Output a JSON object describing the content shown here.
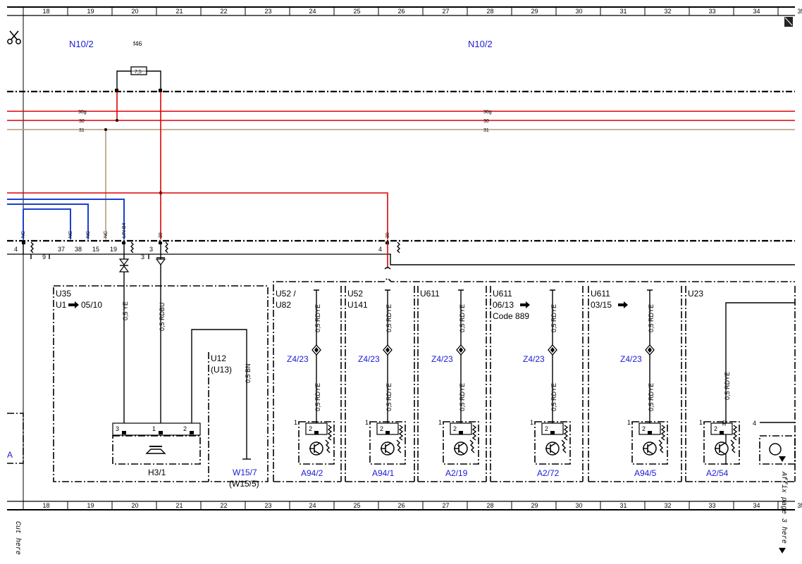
{
  "grid": {
    "columns": [
      "18",
      "19",
      "20",
      "21",
      "22",
      "23",
      "24",
      "25",
      "26",
      "27",
      "28",
      "29",
      "30",
      "31",
      "32",
      "33",
      "34",
      "35"
    ]
  },
  "side_text": {
    "cut_here": "Cut here",
    "affix": "Affix page 3 here"
  },
  "top_labels": {
    "n10_2_left": "N10/2",
    "f46": "f46",
    "fuse_value": "7,5",
    "n10_2_right": "N10/2"
  },
  "power_lines": {
    "line_30g": "30g",
    "line_30": "30",
    "line_31": "31"
  },
  "connector_row": {
    "pins": [
      "4",
      "37",
      "38",
      "15",
      "19",
      "3",
      "4"
    ],
    "nc": "NC",
    "lin_b4": "LIN B4",
    "pin_30": "30",
    "label_9": "9",
    "label_3": "3"
  },
  "u35": {
    "title": "U35",
    "code": "U1",
    "code_date": "05/10",
    "wire_ye": "0,5 YE",
    "wire_rdbu": "0,5 RDBU",
    "pins": [
      "3",
      "1",
      "2"
    ],
    "component": "H3/1",
    "u12": "U12",
    "u13": "(U13)",
    "wire_bn": "0,5 BN",
    "w15_7": "W15/7",
    "w15_5": "(W15/5)"
  },
  "modules": [
    {
      "title": "U52 /",
      "sub": "U82",
      "extra": "",
      "ref": "Z4/23",
      "wire": "0,5 RDYE",
      "pin": "1",
      "pin2": "2",
      "component": "A94/2"
    },
    {
      "title": "U52",
      "sub": "U141",
      "extra": "",
      "ref": "Z4/23",
      "wire": "0,5 RDYE",
      "pin": "1",
      "pin2": "2",
      "component": "A94/1"
    },
    {
      "title": "U611",
      "sub": "",
      "extra": "",
      "ref": "Z4/23",
      "wire": "0,5 RDYE",
      "pin": "1",
      "pin2": "2",
      "component": "A2/19"
    },
    {
      "title": "U611",
      "sub": "06/13",
      "extra": "Code 889",
      "ref": "Z4/23",
      "wire": "0,5 RDYE",
      "pin": "1",
      "pin2": "2",
      "component": "A2/72"
    },
    {
      "title": "U611",
      "sub": "03/15",
      "extra": "",
      "ref": "Z4/23",
      "wire": "0,5 RDYE",
      "pin": "1",
      "pin2": "2",
      "component": "A94/5"
    },
    {
      "title": "U23",
      "sub": "",
      "extra": "",
      "ref": "",
      "wire": "0,5 RDYE",
      "pin": "1",
      "pin2": "2",
      "pin30": "30",
      "pin4": "4",
      "component": "A2/54"
    }
  ],
  "left_partial": "A",
  "colors": {
    "red_wire": "#e00000",
    "blue_wire": "#1a3fd0",
    "ground_wire": "#b49a7a",
    "label_blue": "#1a1ad6"
  }
}
